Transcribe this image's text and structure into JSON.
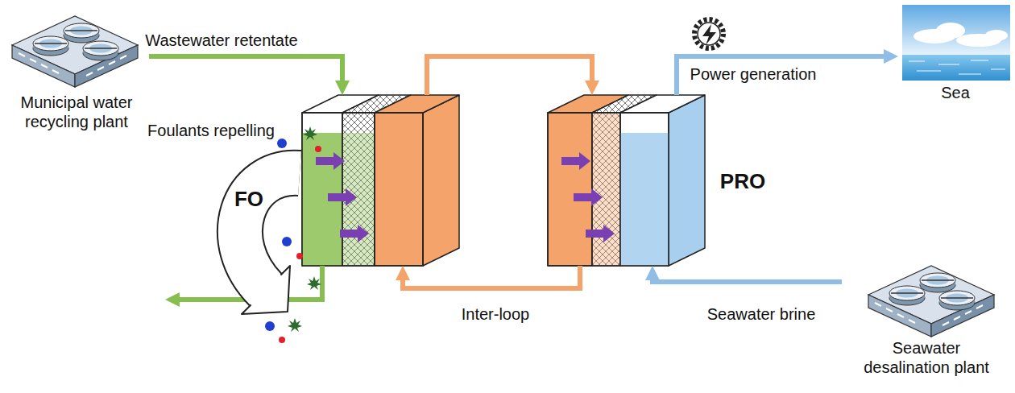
{
  "diagram": {
    "nodes": [
      {
        "text": [
          "Municipal water recycling plant"
        ]
      },
      {
        "text": [
          "FO"
        ]
      },
      {
        "text": [
          "PRO"
        ]
      },
      {
        "text": [
          "Sea"
        ]
      },
      {
        "text": [
          "Seawater desalination plant"
        ]
      }
    ],
    "edges": [
      {
        "from": 0,
        "to": 1,
        "arrow": "to",
        "label": "Wastewater retentate"
      },
      {
        "from": 1,
        "to": 2,
        "arrow": "to"
      },
      {
        "from": 2,
        "to": 1,
        "arrow": "to",
        "label": "Inter-loop"
      },
      {
        "from": 2,
        "to": 3,
        "arrow": "to",
        "label": "Power generation"
      },
      {
        "from": 4,
        "to": 2,
        "arrow": "to",
        "label": "Seawater brine"
      }
    ],
    "labels": [
      "Foulants repelling"
    ]
  }
}
